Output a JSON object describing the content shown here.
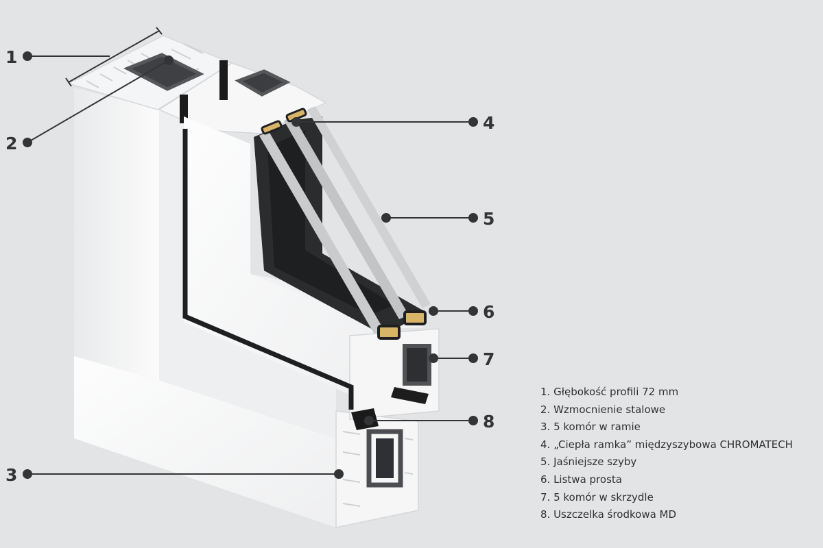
{
  "callouts": [
    {
      "number": "1"
    },
    {
      "number": "2"
    },
    {
      "number": "3"
    },
    {
      "number": "4"
    },
    {
      "number": "5"
    },
    {
      "number": "6"
    },
    {
      "number": "7"
    },
    {
      "number": "8"
    }
  ],
  "legend": [
    "1. Głębokość profili 72 mm",
    "2. Wzmocnienie stalowe",
    "3. 5 komór w ramie",
    "4. „Ciepła ramka” międzyszybowa CHROMATECH",
    "5. Jaśniejsze szyby",
    "6. Listwa prosta",
    "7. 5 komór w skrzydle",
    "8. Uszczelka środkowa MD"
  ],
  "colors": {
    "background": "#e3e4e6",
    "profile_white": "#f9f9fa",
    "profile_shade": "#eceded",
    "steel_dark": "#46484b",
    "glass_edge": "#c6c7c9",
    "spacer_gold": "#d8b469",
    "gasket_black": "#1a1a1b",
    "callout": "#333436"
  }
}
